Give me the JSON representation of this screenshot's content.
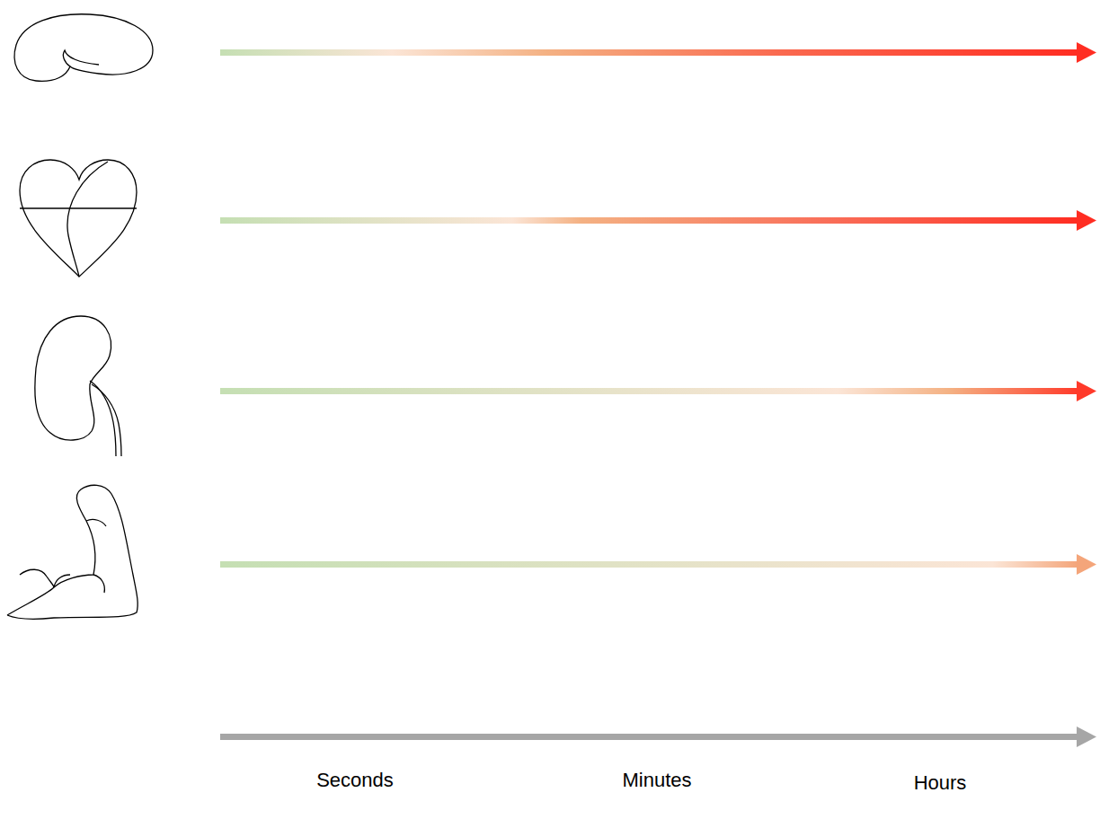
{
  "diagram": {
    "labels": [
      "Seconds",
      "Minutes",
      "Hours"
    ]
  }
}
